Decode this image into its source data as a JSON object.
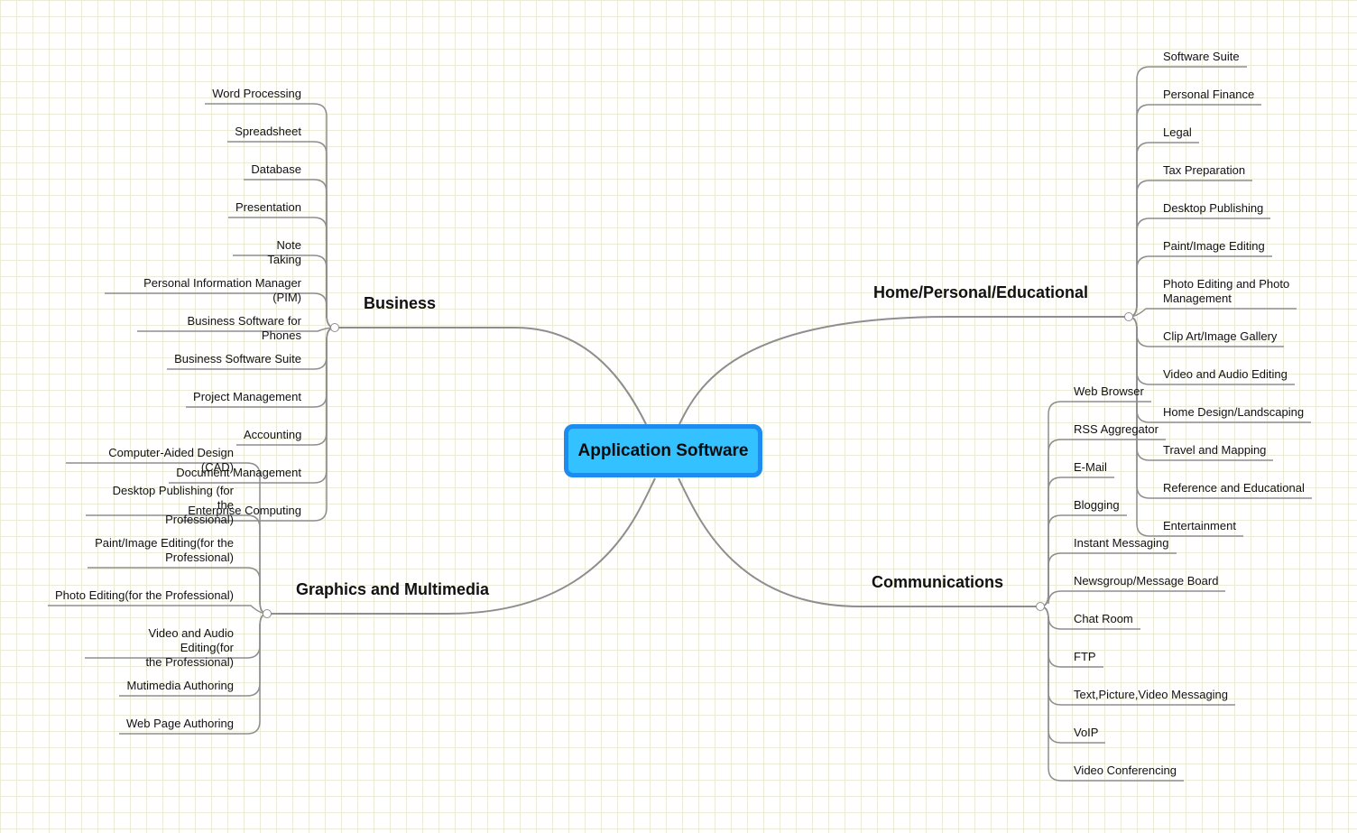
{
  "root": {
    "title": "Application Software",
    "color": "#33c2ff",
    "border_color": "#1d8cf0"
  },
  "branches": {
    "business": {
      "label": "Business",
      "items": [
        "Word Processing",
        "Spreadsheet",
        "Database",
        "Presentation",
        "Note Taking",
        "Personal Information Manager (PIM)",
        "Business Software for Phones",
        "Business Software Suite",
        "Project Management",
        "Accounting",
        "Document Management",
        "Enterprise Computing"
      ]
    },
    "graphics": {
      "label": "Graphics and Multimedia",
      "items": [
        "Computer-Aided Design (CAD)",
        "Desktop Publishing (for the\nProfessional)",
        "Paint/Image Editing(for the\nProfessional)",
        "Photo Editing(for the Professional)",
        "Video and Audio Editing(for\nthe Professional)",
        "Mutimedia Authoring",
        "Web Page Authoring"
      ]
    },
    "home": {
      "label": "Home/Personal/Educational",
      "items": [
        "Software Suite",
        "Personal Finance",
        "Legal",
        "Tax Preparation",
        "Desktop Publishing",
        "Paint/Image Editing",
        "Photo Editing and Photo\nManagement",
        "Clip Art/Image Gallery",
        "Video and Audio Editing",
        "Home Design/Landscaping",
        "Travel and Mapping",
        "Reference and Educational",
        "Entertainment"
      ]
    },
    "communications": {
      "label": "Communications",
      "items": [
        "Web Browser",
        "RSS Aggregator",
        "E-Mail",
        "Blogging",
        "Instant Messaging",
        "Newsgroup/Message Board",
        "Chat Room",
        "FTP",
        "Text,Picture,Video Messaging",
        "VoIP",
        "Video Conferencing"
      ]
    }
  },
  "colors": {
    "line": "#8e8e8e",
    "grid": "#ecebd8"
  }
}
